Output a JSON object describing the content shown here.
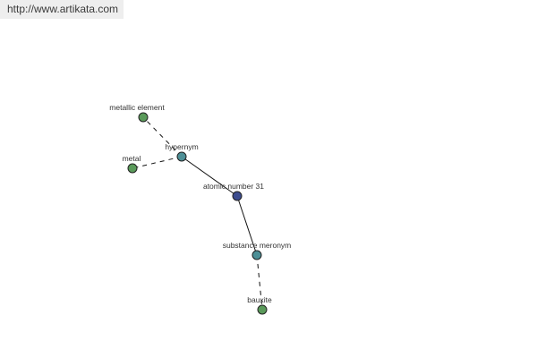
{
  "header": {
    "site_link": "http://www.artikata.com"
  },
  "graph": {
    "nodes": [
      {
        "id": "center",
        "label": "atomic number 31",
        "color": "#3d4d8f"
      },
      {
        "id": "hypernym",
        "label": "hypernym",
        "color": "#4d8f96"
      },
      {
        "id": "meronym",
        "label": "substance meronym",
        "color": "#4d8f96"
      },
      {
        "id": "metallic",
        "label": "metallic element",
        "color": "#5a9a5a"
      },
      {
        "id": "metal",
        "label": "metal",
        "color": "#5a9a5a"
      },
      {
        "id": "bauxite",
        "label": "bauxite",
        "color": "#5a9a5a"
      }
    ],
    "edges": [
      {
        "from": "center",
        "to": "hypernym",
        "style": "solid"
      },
      {
        "from": "center",
        "to": "meronym",
        "style": "solid"
      },
      {
        "from": "hypernym",
        "to": "metallic",
        "style": "dashed"
      },
      {
        "from": "hypernym",
        "to": "metal",
        "style": "dashed"
      },
      {
        "from": "meronym",
        "to": "bauxite",
        "style": "dashed"
      }
    ]
  }
}
